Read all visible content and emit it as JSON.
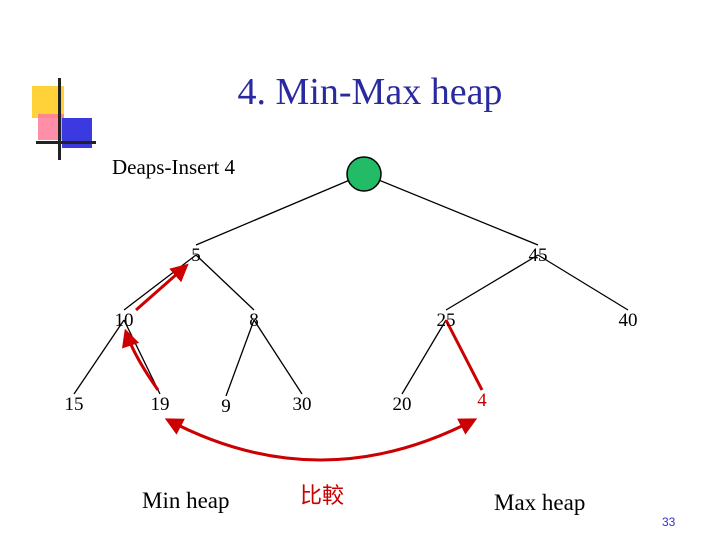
{
  "slide": {
    "title": "4. Min-Max heap",
    "subtitle": "Deaps-Insert 4",
    "page_number": "33",
    "compare_label": "比較",
    "min_heap_label": "Min heap",
    "max_heap_label": "Max heap"
  },
  "colors": {
    "title": "#2a2aa0",
    "root_fill": "#22bb66",
    "tree_lines": "#000000",
    "highlight": "#cc0000",
    "deco_yellow": "#ffd23a",
    "deco_blue": "#3a3ae0",
    "deco_pink": "#ff7a9a",
    "page_number": "#3333cc"
  },
  "tree": {
    "nodes": [
      {
        "id": "root",
        "label": ""
      },
      {
        "id": "n5",
        "label": "5"
      },
      {
        "id": "n45",
        "label": "45"
      },
      {
        "id": "n10",
        "label": "10"
      },
      {
        "id": "n8",
        "label": "8"
      },
      {
        "id": "n25",
        "label": "25"
      },
      {
        "id": "n40",
        "label": "40"
      },
      {
        "id": "n15",
        "label": "15"
      },
      {
        "id": "n19",
        "label": "19"
      },
      {
        "id": "n9",
        "label": "9"
      },
      {
        "id": "n30",
        "label": "30"
      },
      {
        "id": "n20",
        "label": "20"
      },
      {
        "id": "n4",
        "label": "4",
        "highlight": true
      }
    ],
    "edges": [
      [
        "root",
        "n5"
      ],
      [
        "root",
        "n45"
      ],
      [
        "n5",
        "n10"
      ],
      [
        "n5",
        "n8"
      ],
      [
        "n45",
        "n25"
      ],
      [
        "n45",
        "n40"
      ],
      [
        "n10",
        "n15"
      ],
      [
        "n10",
        "n19"
      ],
      [
        "n8",
        "n9"
      ],
      [
        "n8",
        "n30"
      ],
      [
        "n25",
        "n20"
      ],
      [
        "n25",
        "n4"
      ]
    ],
    "highlight_edges": [
      [
        "n25",
        "n4"
      ]
    ],
    "arrows": [
      [
        "n19",
        "n10"
      ],
      [
        "n10",
        "n5"
      ],
      [
        "n19",
        "n4"
      ]
    ]
  }
}
